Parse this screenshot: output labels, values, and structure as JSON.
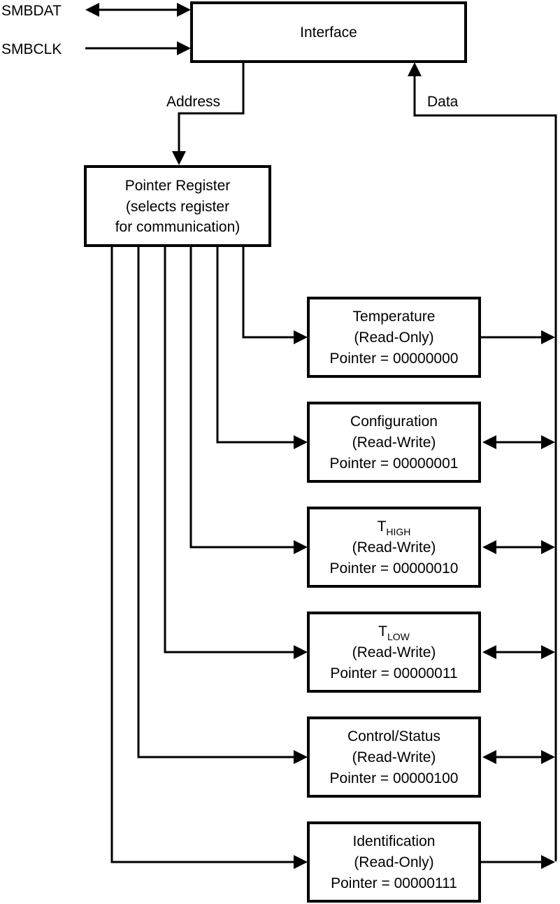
{
  "signals": {
    "smbdat": "SMBDAT",
    "smbclk": "SMBCLK",
    "address": "Address",
    "data": "Data"
  },
  "interface": {
    "label": "Interface"
  },
  "pointer_register": {
    "line1": "Pointer Register",
    "line2": "(selects register",
    "line3": "for communication)"
  },
  "registers": [
    {
      "name": "Temperature",
      "name_sub": "",
      "access": "(Read-Only)",
      "pointer": "Pointer = 00000000",
      "bidirectional": false
    },
    {
      "name": "Configuration",
      "name_sub": "",
      "access": "(Read-Write)",
      "pointer": "Pointer = 00000001",
      "bidirectional": true
    },
    {
      "name": "T",
      "name_sub": "HIGH",
      "access": "(Read-Write)",
      "pointer": "Pointer = 00000010",
      "bidirectional": true
    },
    {
      "name": "T",
      "name_sub": "LOW",
      "access": "(Read-Write)",
      "pointer": "Pointer = 00000011",
      "bidirectional": true
    },
    {
      "name": "Control/Status",
      "name_sub": "",
      "access": "(Read-Write)",
      "pointer": "Pointer = 00000100",
      "bidirectional": true
    },
    {
      "name": "Identification",
      "name_sub": "",
      "access": "(Read-Only)",
      "pointer": "Pointer = 00000111",
      "bidirectional": false
    }
  ]
}
